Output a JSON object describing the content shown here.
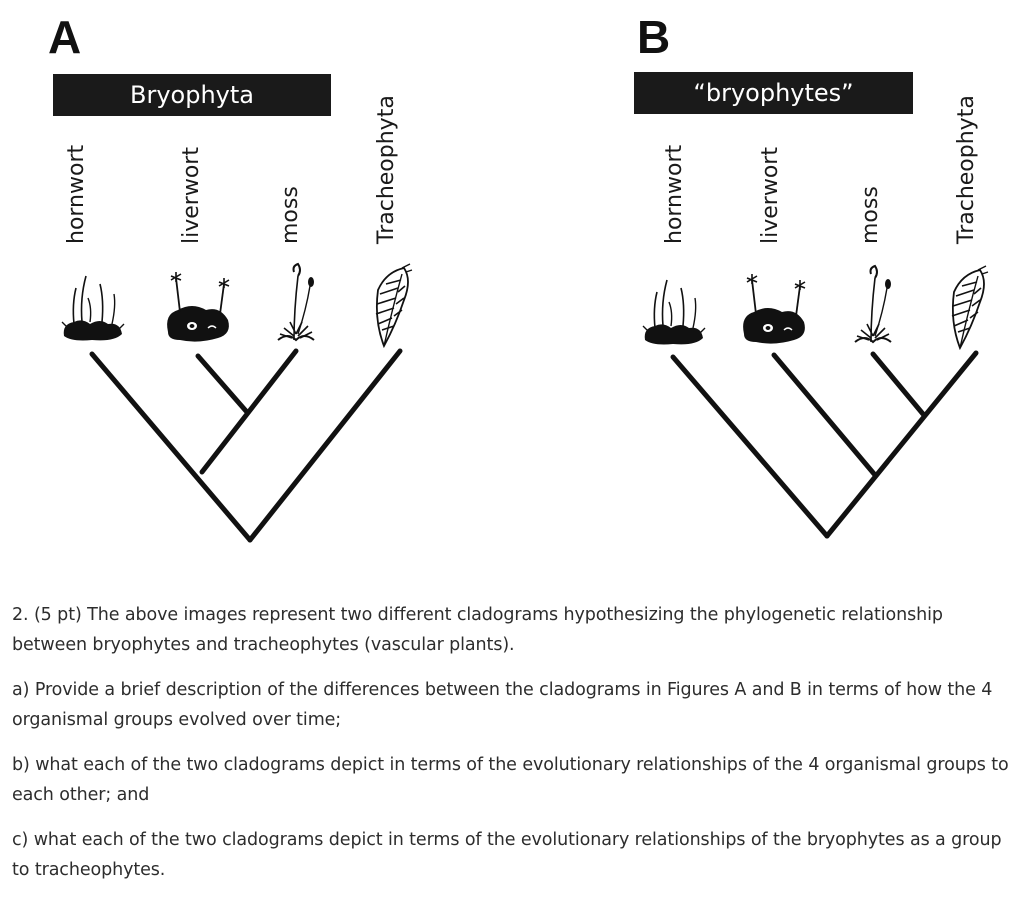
{
  "figures": [
    {
      "letter": "A",
      "clade_label": "Bryophyta",
      "taxa": [
        "hornwort",
        "liverwort",
        "moss",
        "Tracheophyta"
      ]
    },
    {
      "letter": "B",
      "clade_label": "“bryophytes”",
      "taxa": [
        "hornwort",
        "liverwort",
        "moss",
        "Tracheophyta"
      ]
    }
  ],
  "question": {
    "intro": "2. (5 pt) The above images represent two different cladograms hypothesizing the phylogenetic relationship between bryophytes and tracheophytes (vascular plants).",
    "part_a": "a) Provide a brief description of the differences between the cladograms in Figures A and B in terms of how the 4 organismal groups evolved over time;",
    "part_b": "b) what each of the two cladograms depict in terms of the evolutionary relationships of the 4 organismal groups to each other; and",
    "part_c": "c) what each of the two cladograms depict in terms of the evolutionary relationships of the bryophytes as a group to tracheophytes."
  },
  "icons": [
    "hornwort-illustration",
    "liverwort-illustration",
    "moss-illustration",
    "tracheophyte-illustration"
  ]
}
